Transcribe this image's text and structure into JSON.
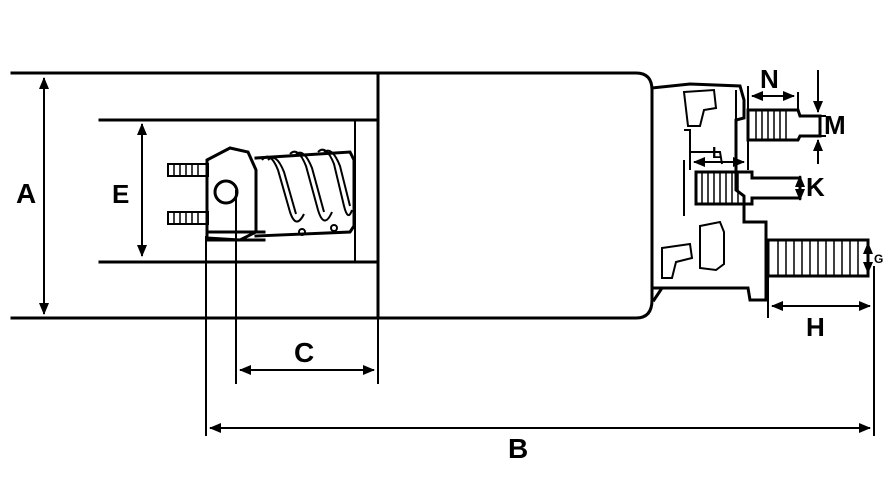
{
  "diagram": {
    "labels": {
      "a": "A",
      "b": "B",
      "c": "C",
      "e": "E",
      "g": "G",
      "h": "H",
      "k": "K",
      "l": "L",
      "m": "M",
      "n": "N"
    },
    "colors": {
      "line": "#000000",
      "background": "#ffffff"
    }
  }
}
